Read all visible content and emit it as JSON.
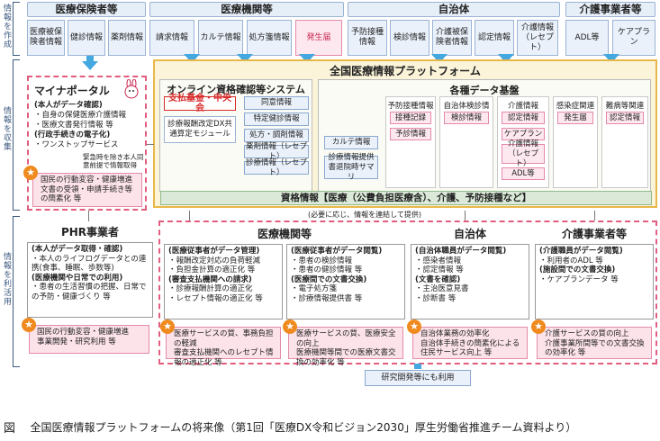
{
  "side_labels": {
    "create": "情報を作成",
    "collect": "情報を収集",
    "use": "情報を利活用"
  },
  "sources": [
    {
      "head": "医療保険者等",
      "items": [
        "医療被保険者情報",
        "健診情報",
        "薬剤情報"
      ]
    },
    {
      "head": "医療機関等",
      "items": [
        "請求情報",
        "カルテ情報",
        "処方箋情報",
        "発生届"
      ]
    },
    {
      "head": "自治体",
      "items": [
        "予防接種情報",
        "検診情報",
        "介護被保険者情報",
        "認定情報",
        "介護情報（レセプト）"
      ]
    },
    {
      "head": "介護事業者等",
      "items": [
        "ADL等",
        "ケアプラン"
      ]
    }
  ],
  "platform": {
    "title": "全国医療情報プラットフォーム",
    "system_title": "オンライン資格確認等システム",
    "fund": "支払基金・中央会",
    "module": "診療報酬改定DX共通算定モジュール",
    "system_items": [
      "同意情報",
      "特定健診情報",
      "処方・調剤情報",
      "薬剤情報（レセプト）",
      "診療情報（レセプト）"
    ],
    "data_title": "各種データ基盤",
    "karte": "カルテ情報",
    "summary": "診療情報提供書退院時サマリ",
    "subcols": [
      {
        "title": "予防接種情報",
        "items": [
          "接種記録",
          "予診情報"
        ]
      },
      {
        "title": "自治体検診情報",
        "items": [
          "検診情報"
        ]
      },
      {
        "title": "介護情報",
        "items": [
          "認定情報",
          "ケアプラン",
          "介護情報（レセプト）",
          "ADL等"
        ]
      },
      {
        "title": "感染症関連",
        "items": [
          "発生届"
        ]
      },
      {
        "title": "難病等関連",
        "items": [
          "認定情報"
        ]
      }
    ],
    "asset": "資格情報【医療（公費負担医療含）、介護、予防接種など】"
  },
  "portal": {
    "title": "マイナポータル",
    "lines": [
      "(本人がデータ確認)",
      "・自身の保健医療介護情報",
      "・医療文書発行情報 等",
      "(行政手続きの電子化)",
      "・ワンストップサービス"
    ],
    "emergency": "緊急時を除き本人同意前提で情報取得",
    "benefits": [
      "国民の行動変容・健康増進",
      "文書の受領・申請手続き等の簡素化 等"
    ]
  },
  "link_note": "(必要に応じ、情報を連結して提供)",
  "phr": {
    "head": "PHR事業者",
    "lines": [
      "(本人がデータ取得・確認)",
      "・本人のライフログデータとの連携(食事、睡眠、歩数等)",
      "(医療機関や日常での利用)",
      "・患者の生活習慣の把握、日常での予防・健康づくり 等"
    ],
    "benefits": [
      "国民の行動変容・健康増進",
      "事業開発・研究利用 等"
    ]
  },
  "medical": {
    "head": "医療機関等",
    "left_lines": [
      "(医療従事者がデータ管理)",
      "・報酬改定対応の負荷軽減",
      "・負担金計算の適正化 等",
      "(審査支払機関への請求)",
      "・診療報酬計算の適正化",
      "・レセプト情報の適正化 等"
    ],
    "right_lines": [
      "(医療従事者がデータ閲覧)",
      "・患者の検診情報",
      "・患者の健診情報 等",
      "(医療間での文書交換)",
      "・電子処方箋",
      "・診療情報提供書 等"
    ],
    "benefits_left": [
      "医療サービスの質、事務負担の軽減",
      "審査支払機関へのレセプト情報の適正化 等"
    ],
    "benefits_right": [
      "医療サービスの質、医療安全の向上",
      "医療機関等間での医療文書交換の効率化 等"
    ]
  },
  "municipality": {
    "head": "自治体",
    "lines": [
      "(自治体職員がデータ閲覧)",
      "・感染者情報",
      "・認定情報 等",
      "(文書を確認)",
      "・主治医意見書",
      "・診断書 等"
    ],
    "benefits": [
      "自治体業務の効率化",
      "自治体手続きの簡素化による住民サービス向上 等"
    ]
  },
  "care": {
    "head": "介護事業者等",
    "lines": [
      "(介護職員がデータ閲覧)",
      "・利用者のADL 等",
      "(施設間での文書交換)",
      "・ケアプランデータ 等"
    ],
    "benefits": [
      "介護サービスの質の向上",
      "介護事業所間等での文書交換の効率化 等"
    ]
  },
  "research": "研究開発等にも利用",
  "caption": {
    "label": "図",
    "text": "全国医療情報プラットフォームの将来像（第1回「医療DX令和ビジョン2030」厚生労働省推進チーム資料より）"
  }
}
